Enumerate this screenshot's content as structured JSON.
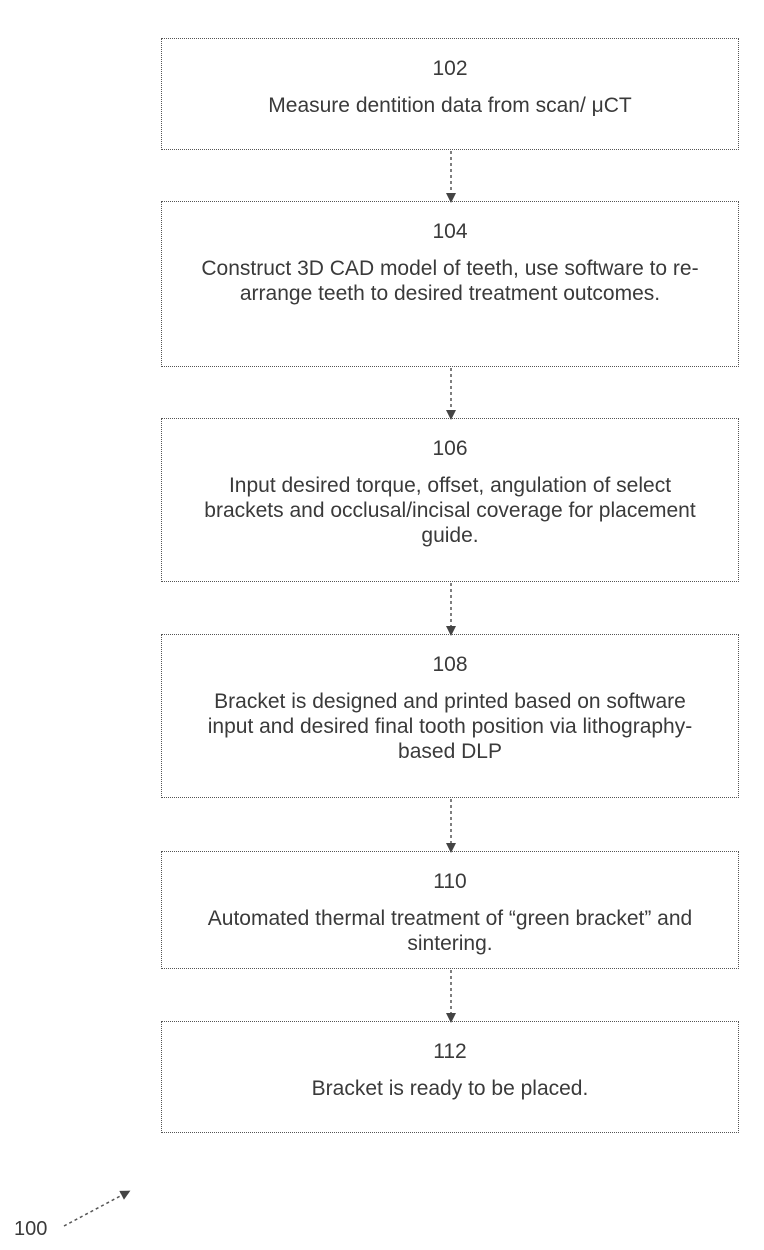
{
  "figure_ref": "100",
  "steps": [
    {
      "number": "102",
      "text": "Measure dentition data from scan/ μCT"
    },
    {
      "number": "104",
      "text": "Construct 3D CAD model of teeth, use software to re-arrange teeth to desired treatment outcomes."
    },
    {
      "number": "106",
      "text": "Input desired torque, offset, angulation of select brackets and occlusal/incisal coverage for placement guide."
    },
    {
      "number": "108",
      "text": "Bracket is designed and printed based on software input and desired final tooth position via lithography-based DLP"
    },
    {
      "number": "110",
      "text": "Automated thermal treatment of “green bracket” and sintering."
    },
    {
      "number": "112",
      "text": "Bracket is ready to be placed."
    }
  ],
  "colors": {
    "border": "#555555",
    "text": "#3a3a3a",
    "background": "#ffffff"
  }
}
